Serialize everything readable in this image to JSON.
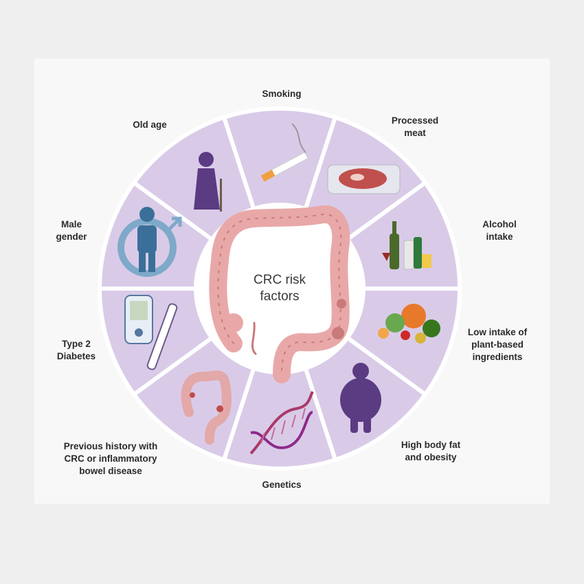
{
  "center": {
    "title": "CRC risk\nfactors"
  },
  "factors": [
    {
      "label": "Smoking",
      "icon": "cigarette-icon"
    },
    {
      "label": "Processed\nmeat",
      "icon": "meat-tray-icon"
    },
    {
      "label": "Alcohol\nintake",
      "icon": "bottles-icon"
    },
    {
      "label": "Low intake of\nplant-based\ningredients",
      "icon": "vegetables-icon"
    },
    {
      "label": "High body fat\nand obesity",
      "icon": "obese-person-icon"
    },
    {
      "label": "Genetics",
      "icon": "dna-icon"
    },
    {
      "label": "Previous history with\nCRC or inflammatory\nbowel disease",
      "icon": "inflamed-colon-icon"
    },
    {
      "label": "Type 2\nDiabetes",
      "icon": "glucose-meter-icon"
    },
    {
      "label": "Male\ngender",
      "icon": "male-person-icon"
    },
    {
      "label": "Old age",
      "icon": "elderly-person-icon"
    }
  ],
  "colors": {
    "segment": "#d9cbe8",
    "divider": "#ffffff",
    "center": "#ffffff",
    "colon": "#e9a8a8",
    "colon_dark": "#c97a7a"
  }
}
